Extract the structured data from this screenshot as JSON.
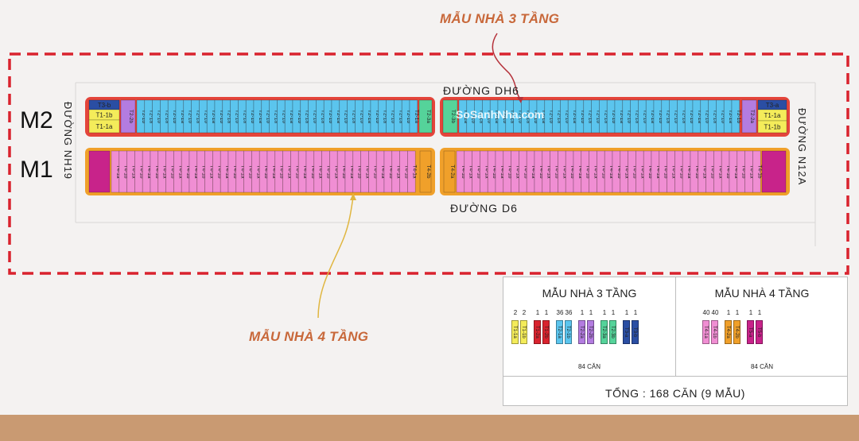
{
  "callouts": {
    "three_floor": "MẪU NHÀ 3 TẦNG",
    "four_floor": "MẪU NHÀ 4 TẦNG"
  },
  "blocks": {
    "m2": "M2",
    "m1": "M1"
  },
  "streets": {
    "top": "ĐƯỜNG DH6",
    "bottom": "ĐƯỜNG D6",
    "left": "ĐƯỜNG NH19",
    "right": "ĐƯỜNG N12A"
  },
  "watermark": "SoSanhNha.com",
  "plot_labels": {
    "m2_left_end": [
      "T1-1b",
      "T1-1a"
    ],
    "m2_right_end": [
      "T1-1a",
      "T1-1b"
    ],
    "m2_left_mid": "T2-2b",
    "m2_center_left": "T2-3a",
    "m2_center_right": "T2-3b",
    "m2_right_mid": "T2-2a",
    "m2_left_cap": "T3-b",
    "m2_right_cap": "T3-a",
    "m1_row_a": "T4-1a",
    "m1_row_b": "T4-1b",
    "m1_center_left": "T4-2b",
    "m1_center_right": "T4-2a"
  },
  "legend": {
    "three_floor": {
      "title": "MẪU NHÀ 3 TẦNG",
      "items": [
        {
          "count": "2",
          "label": "T1-1a",
          "color": "#f4ec5a"
        },
        {
          "count": "2",
          "label": "T1-1b",
          "color": "#f4ec5a"
        },
        {
          "count": "1",
          "label": "T1-2a",
          "color": "#d9232e"
        },
        {
          "count": "1",
          "label": "T1-2b",
          "color": "#d9232e"
        },
        {
          "count": "36",
          "label": "T2-1a",
          "color": "#5bc5ee"
        },
        {
          "count": "36",
          "label": "T2-1b",
          "color": "#5bc5ee"
        },
        {
          "count": "1",
          "label": "T2-2a",
          "color": "#b37ce0"
        },
        {
          "count": "1",
          "label": "T2-2b",
          "color": "#b37ce0"
        },
        {
          "count": "1",
          "label": "T2-3a",
          "color": "#55d39a"
        },
        {
          "count": "1",
          "label": "T2-3b",
          "color": "#55d39a"
        },
        {
          "count": "1",
          "label": "T3-a",
          "color": "#2a4ea3"
        },
        {
          "count": "1",
          "label": "T3-b",
          "color": "#2a4ea3"
        }
      ],
      "total": "84 CĂN"
    },
    "four_floor": {
      "title": "MẪU NHÀ 4 TẦNG",
      "items": [
        {
          "count": "40",
          "label": "T4-1a",
          "color": "#f08ed3"
        },
        {
          "count": "40",
          "label": "T4-1b",
          "color": "#f08ed3"
        },
        {
          "count": "1",
          "label": "T4-2a",
          "color": "#f0a02a"
        },
        {
          "count": "1",
          "label": "T4-2b",
          "color": "#f0a02a"
        },
        {
          "count": "1",
          "label": "T5-a",
          "color": "#c8238a"
        },
        {
          "count": "1",
          "label": "T5-b",
          "color": "#c8238a"
        }
      ],
      "total": "84 CĂN"
    },
    "grand_total": "TỔNG : 168 CĂN (9 MẪU)"
  },
  "colors": {
    "boundary": "#d9232e",
    "m2_lot": "#5bc5ee",
    "m1_lot": "#f08ed3",
    "m1_border": "#f0a02a",
    "end_lot": "#f4ec5a",
    "corner": "#c8238a",
    "callout_text": "#c8683a",
    "callout_arrow_top": "#b5323b",
    "callout_arrow_bottom": "#e0b640"
  }
}
